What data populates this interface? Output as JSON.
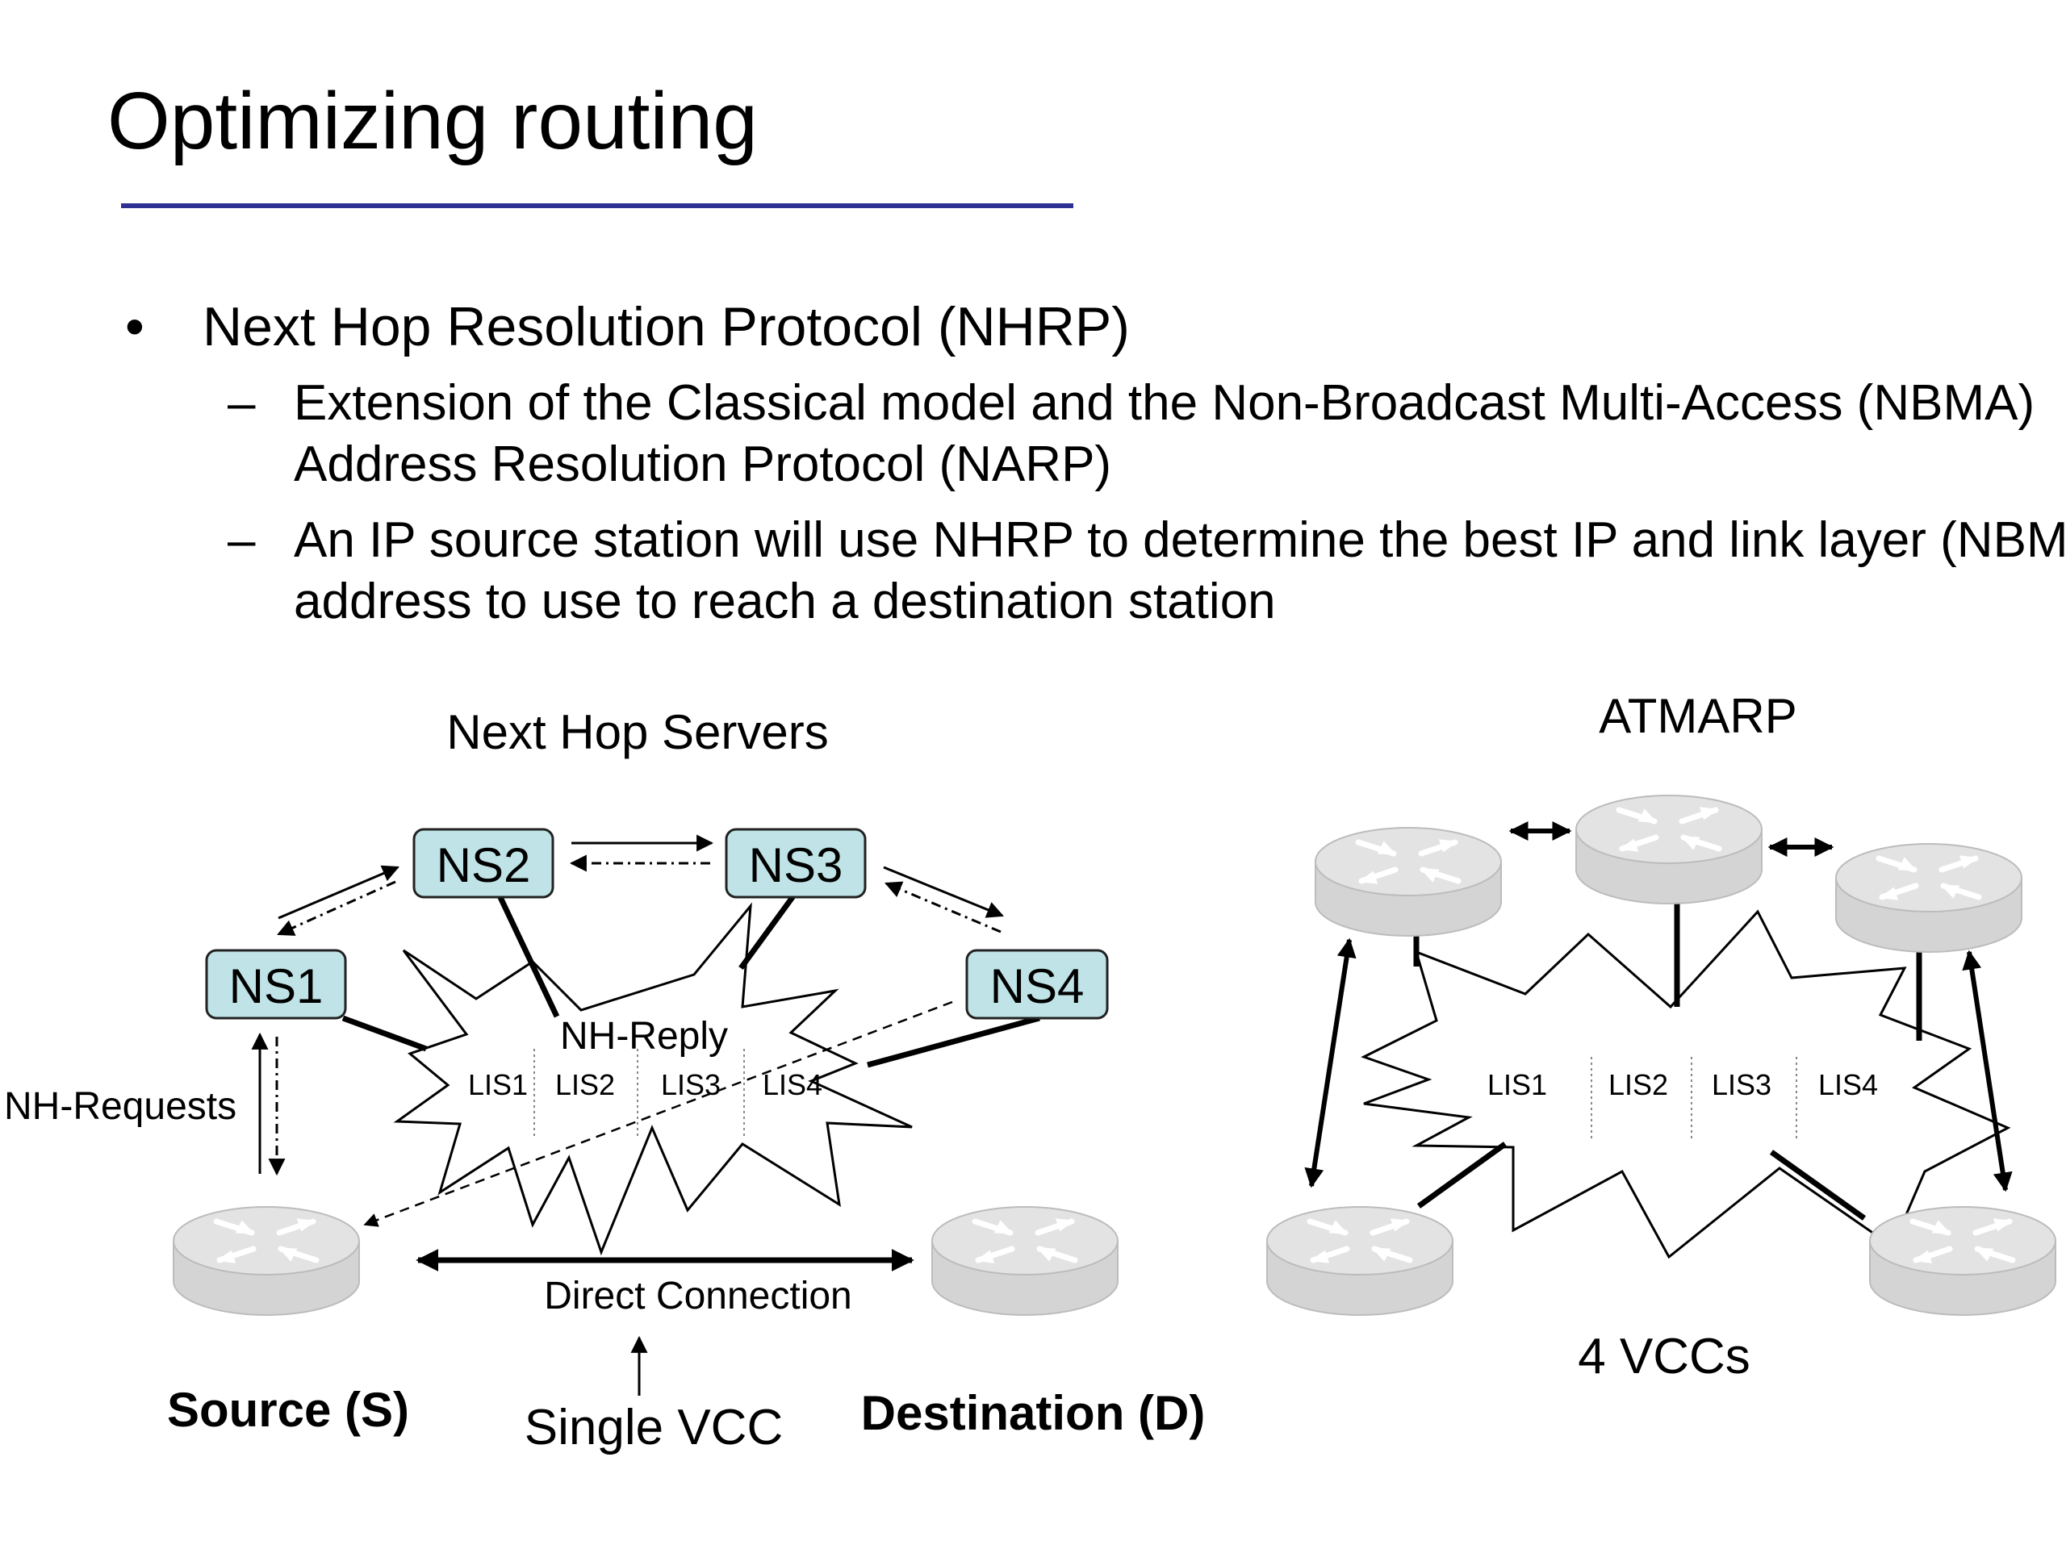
{
  "slide": {
    "title": "Optimizing routing",
    "bullet": "Next Hop Resolution Protocol (NHRP)",
    "sub_bullets": [
      "Extension of the Classical model and the Non-Broadcast Multi-Access (NBMA) Address Resolution Protocol (NARP)",
      "An IP source station will use NHRP to determine the best IP and link layer (NBMA) address to use to reach a destination station"
    ],
    "bullet_marker": "•",
    "dash_marker": "–"
  },
  "nhrp_diagram": {
    "heading": "Next Hop Servers",
    "servers": [
      "NS1",
      "NS2",
      "NS3",
      "NS4"
    ],
    "cloud_label": "NH-Reply",
    "lis_labels": [
      "LIS1",
      "LIS2",
      "LIS3",
      "LIS4"
    ],
    "requests_label": "NH-Requests",
    "direct_label": "Direct Connection",
    "vcc_label": "Single VCC",
    "source_label": "Source (S)",
    "destination_label": "Destination (D)",
    "server_box_color": "#bfe3e6"
  },
  "atmarp_diagram": {
    "heading": "ATMARP",
    "lis_labels": [
      "LIS1",
      "LIS2",
      "LIS3",
      "LIS4"
    ],
    "vcc_label": "4 VCCs"
  }
}
